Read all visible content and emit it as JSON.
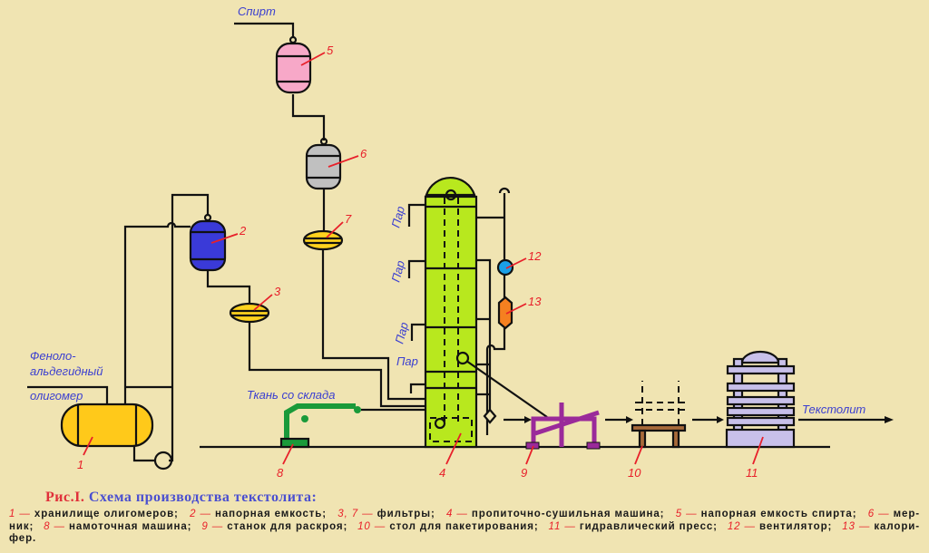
{
  "labels": {
    "spirt": "Спирт",
    "oligomer_1": "Феноло-",
    "oligomer_2": "альдегидный",
    "oligomer_3": "олигомер",
    "fabric": "Ткань со склада",
    "steam": "Пар",
    "product": "Текстолит"
  },
  "numbers": [
    "1",
    "2",
    "3",
    "4",
    "5",
    "6",
    "7",
    "8",
    "9",
    "10",
    "11",
    "12",
    "13"
  ],
  "colors": {
    "background": "#f0e4b2",
    "tank_1": "#ffc91a",
    "vessel_2": "#3a3ad8",
    "filters": "#ffd21e",
    "column_4": "#b8e81e",
    "vessel_5": "#f7a8c8",
    "vessel_6": "#c0c0c0",
    "winder_8": "#1a9a3a",
    "machine_9": "#9a2a9a",
    "table_10": "#a86a3a",
    "press_11": "#c8c0ea",
    "fan_12": "#1aa0e8",
    "heater_13": "#f58020"
  },
  "caption": {
    "fig_num": "Рис.I.",
    "title": "Схема производства текстолита:",
    "line1": [
      {
        "num": "1 —",
        "text": "хранилище олигомеров;"
      },
      {
        "num": "2 —",
        "text": "напорная емкость;"
      },
      {
        "num": "3, 7 —",
        "text": "фильтры;"
      },
      {
        "num": "4 —",
        "text": "пропиточно-сушильная машина;"
      },
      {
        "num": "5 —",
        "text": "напорная емкость спирта;"
      },
      {
        "num": "6 —",
        "text": "мер-"
      }
    ],
    "line2": [
      {
        "num": "",
        "text": "ник;"
      },
      {
        "num": "8 —",
        "text": "намоточная машина;"
      },
      {
        "num": "9 —",
        "text": "станок для раскроя;"
      },
      {
        "num": "10 —",
        "text": "стол для пакетирования;"
      },
      {
        "num": "11 —",
        "text": "гидравлический пресс;"
      },
      {
        "num": "12 —",
        "text": "вентилятор;"
      },
      {
        "num": "13 —",
        "text": "калори-"
      }
    ],
    "line3": "фер."
  }
}
